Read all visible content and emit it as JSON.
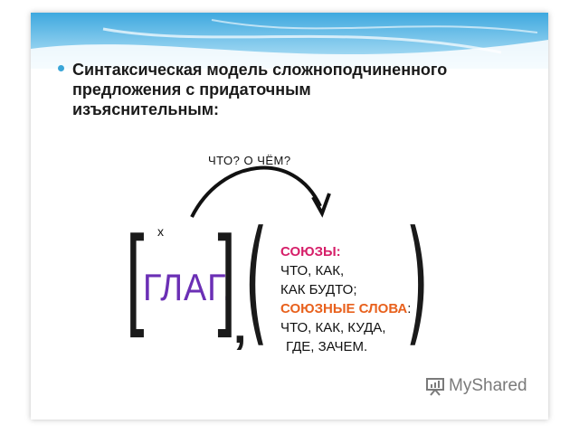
{
  "slide": {
    "title_lines": [
      "Синтаксическая модель сложноподчиненного",
      "предложения с придаточным",
      "изъяснительным:"
    ],
    "question": "ЧТО?  О ЧЁМ?",
    "superscript": "x",
    "verb": "ГЛАГ.",
    "comma": ",",
    "brackets": {
      "left": "[",
      "right": "]",
      "open_paren": "(",
      "close_paren": ")"
    },
    "list": {
      "conj_label": "СОЮЗЫ:",
      "conj_line1": "ЧТО,  КАК,",
      "conj_line2": "КАК БУДТО;",
      "words_label": "СОЮЗНЫЕ СЛОВА",
      "words_colon": ":",
      "words_line1": "ЧТО,  КАК,  КУДА,",
      "words_line2": "ГДЕ,  ЗАЧЕМ."
    },
    "logo_text": "MyShared",
    "colors": {
      "banner": "#4fb3e6",
      "verb": "#6b2fb5",
      "conj_label": "#d61f69",
      "words_label": "#e8611d"
    }
  }
}
